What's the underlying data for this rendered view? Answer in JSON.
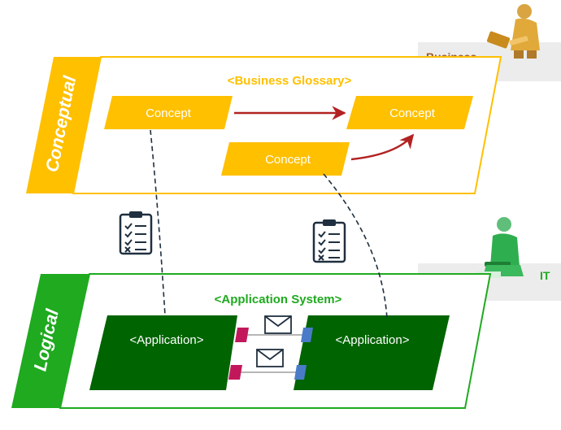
{
  "layers": {
    "conceptual": {
      "label": "Conceptual",
      "color": "#ffc000"
    },
    "logical": {
      "label": "Logical",
      "color": "#1faa1f"
    }
  },
  "glossary": {
    "title": "<Business Glossary>",
    "title_color": "#ffc000",
    "concepts": [
      "Concept",
      "Concept",
      "Concept"
    ],
    "concept_color": "#ffc000",
    "relation_color": "#b22222"
  },
  "system": {
    "title": "<Application System>",
    "title_color": "#1faa1f",
    "applications": [
      "<Application>",
      "<Application>"
    ],
    "application_color": "#006400",
    "messages": [
      "envelope-icon",
      "envelope-icon"
    ],
    "port_colors": {
      "out": "#c2185b",
      "in": "#4a7bc8"
    }
  },
  "roles": {
    "business": {
      "label": "Business",
      "color": "#9a5b2a",
      "icon": "business-person-icon"
    },
    "it": {
      "label": "IT",
      "color": "#1faa1f",
      "icon": "it-person-icon"
    }
  },
  "mappings": {
    "icon": "checklist-icon",
    "count": 2
  }
}
